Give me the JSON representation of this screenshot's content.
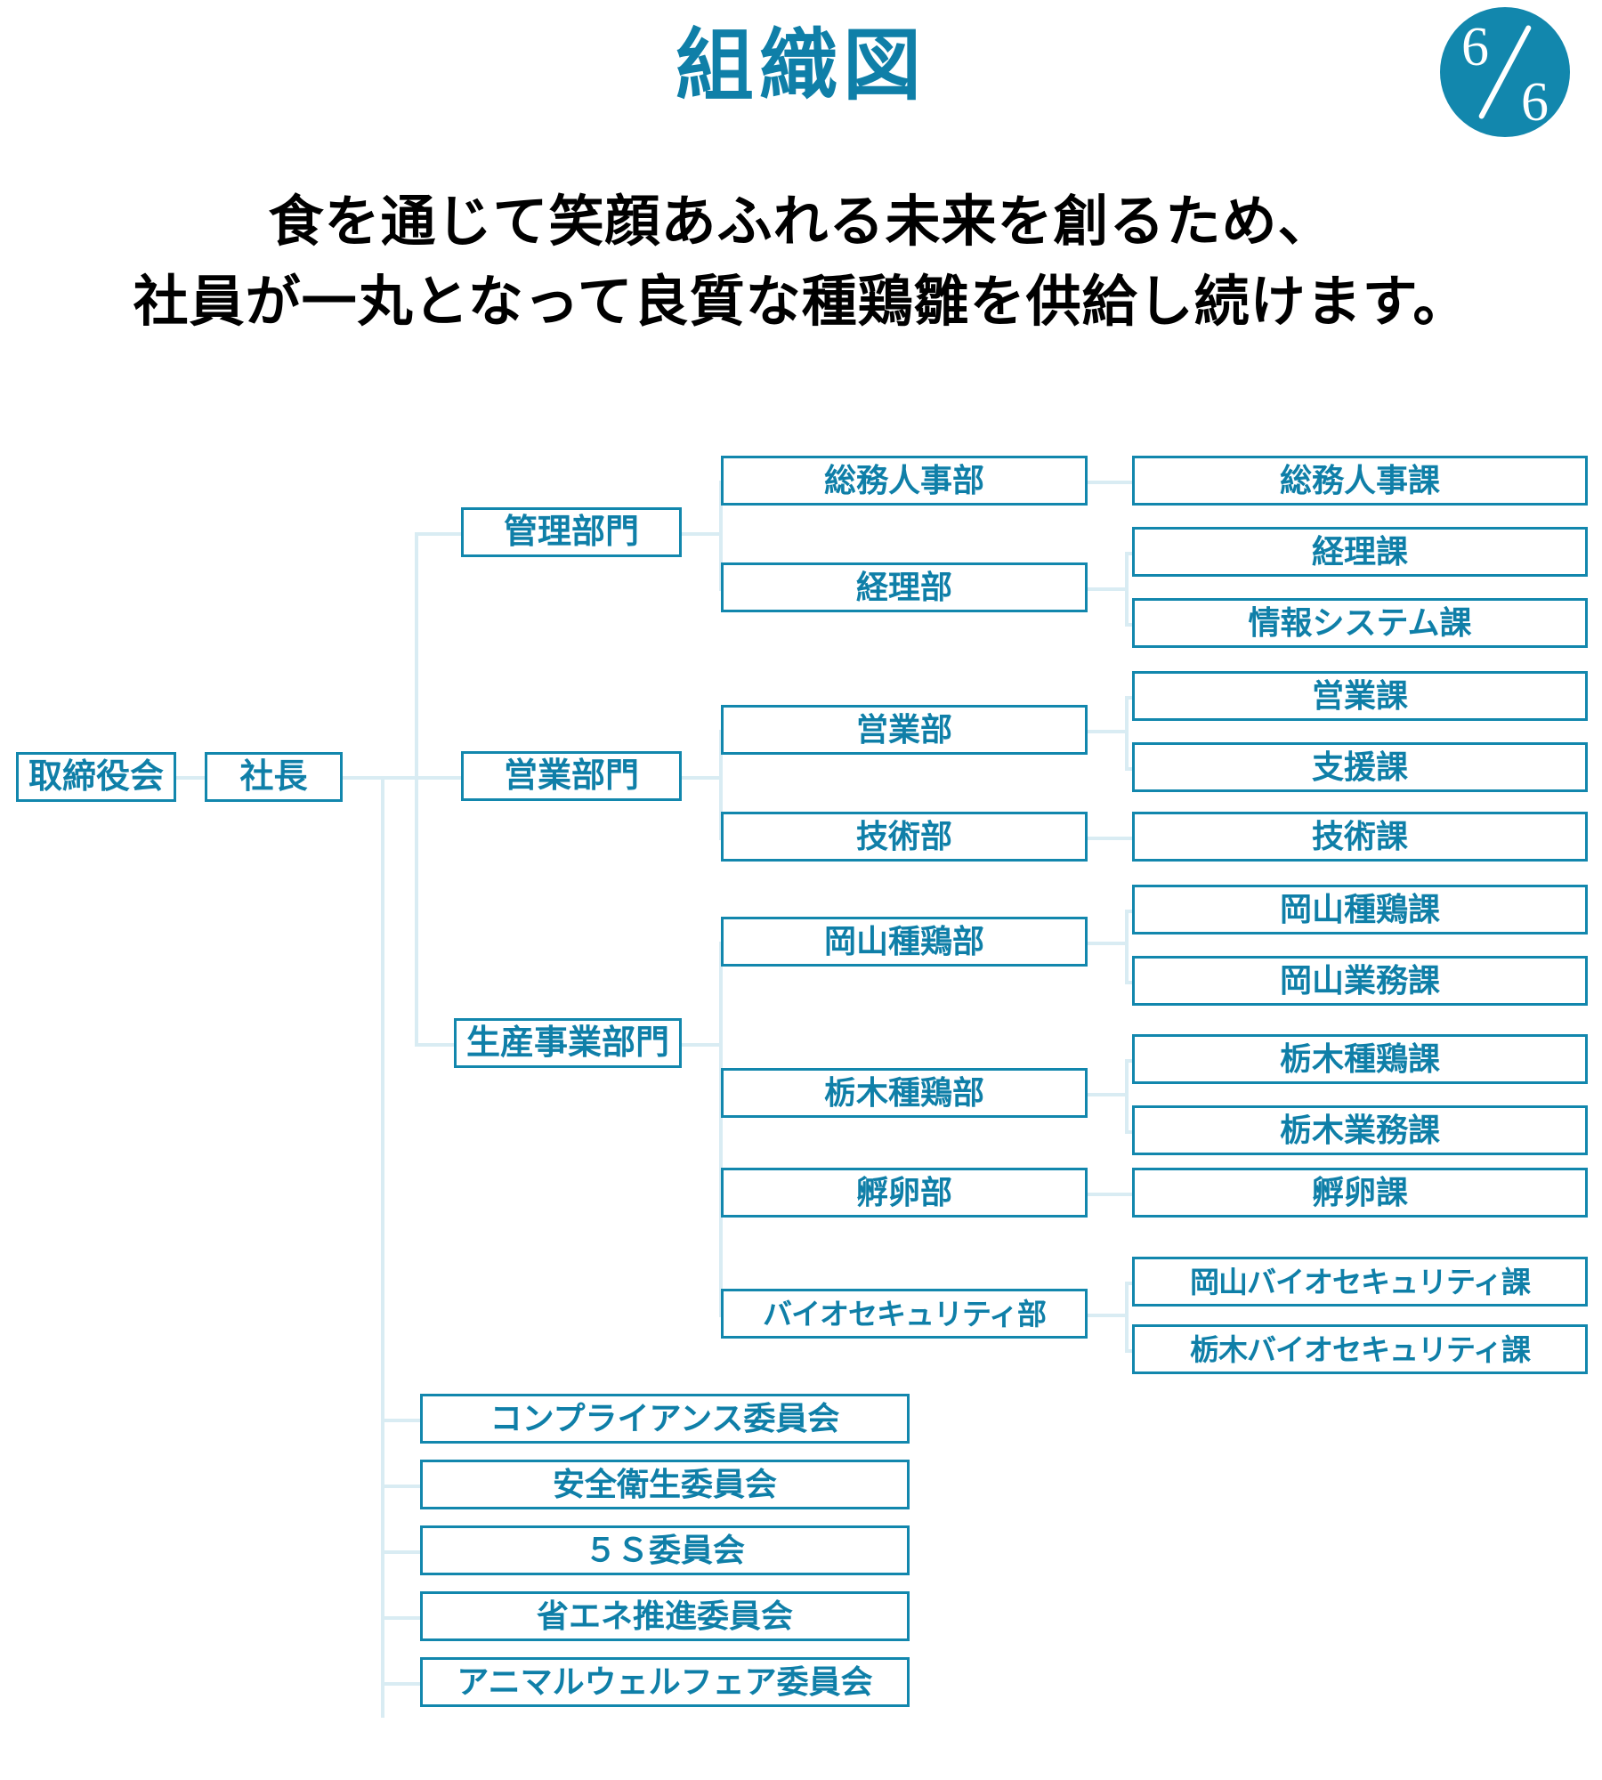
{
  "header": {
    "title": "組織図",
    "badge": {
      "current": "6",
      "total": "6",
      "separator": "/"
    },
    "subtitle_lines": [
      "食を通じて笑顔あふれる未来を創るため、",
      "社員が一丸となって良質な種鶏雛を供給し続けます。"
    ]
  },
  "colors": {
    "accent": "#1287ad",
    "text_accent": "#0f7fa8",
    "connector": "#d9ecf3",
    "subtitle": "#000000",
    "background": "#ffffff"
  },
  "chart_data": {
    "type": "org-chart",
    "title": "組織図",
    "root": "取締役会",
    "nodes": {
      "board": "取締役会",
      "president": "社長",
      "divisions": [
        "管理部門",
        "営業部門",
        "生産事業部門"
      ],
      "departments": [
        "総務人事部",
        "経理部",
        "営業部",
        "技術部",
        "岡山種鶏部",
        "栃木種鶏部",
        "孵卵部",
        "バイオセキュリティ部"
      ],
      "sections": [
        "総務人事課",
        "経理課",
        "情報システム課",
        "営業課",
        "支援課",
        "技術課",
        "岡山種鶏課",
        "岡山業務課",
        "栃木種鶏課",
        "栃木業務課",
        "孵卵課",
        "岡山バイオセキュリティ課",
        "栃木バイオセキュリティ課"
      ],
      "committees": [
        "コンプライアンス委員会",
        "安全衛生委員会",
        "５Ｓ委員会",
        "省エネ推進委員会",
        "アニマルウェルフェア委員会"
      ]
    },
    "hierarchy": [
      {
        "level": 0,
        "label": "取締役会",
        "children": [
          "社長"
        ]
      },
      {
        "level": 1,
        "label": "社長",
        "children": [
          "管理部門",
          "営業部門",
          "生産事業部門",
          "コンプライアンス委員会",
          "安全衛生委員会",
          "５Ｓ委員会",
          "省エネ推進委員会",
          "アニマルウェルフェア委員会"
        ]
      },
      {
        "level": 2,
        "label": "管理部門",
        "children": [
          "総務人事部",
          "経理部"
        ]
      },
      {
        "level": 2,
        "label": "営業部門",
        "children": [
          "営業部",
          "技術部"
        ]
      },
      {
        "level": 2,
        "label": "生産事業部門",
        "children": [
          "岡山種鶏部",
          "栃木種鶏部",
          "孵卵部",
          "バイオセキュリティ部"
        ]
      },
      {
        "level": 3,
        "label": "総務人事部",
        "children": [
          "総務人事課"
        ]
      },
      {
        "level": 3,
        "label": "経理部",
        "children": [
          "経理課",
          "情報システム課"
        ]
      },
      {
        "level": 3,
        "label": "営業部",
        "children": [
          "営業課",
          "支援課"
        ]
      },
      {
        "level": 3,
        "label": "技術部",
        "children": [
          "技術課"
        ]
      },
      {
        "level": 3,
        "label": "岡山種鶏部",
        "children": [
          "岡山種鶏課",
          "岡山業務課"
        ]
      },
      {
        "level": 3,
        "label": "栃木種鶏部",
        "children": [
          "栃木種鶏課",
          "栃木業務課"
        ]
      },
      {
        "level": 3,
        "label": "孵卵部",
        "children": [
          "孵卵課"
        ]
      },
      {
        "level": 3,
        "label": "バイオセキュリティ部",
        "children": [
          "岡山バイオセキュリティ課",
          "栃木バイオセキュリティ課"
        ]
      }
    ]
  }
}
